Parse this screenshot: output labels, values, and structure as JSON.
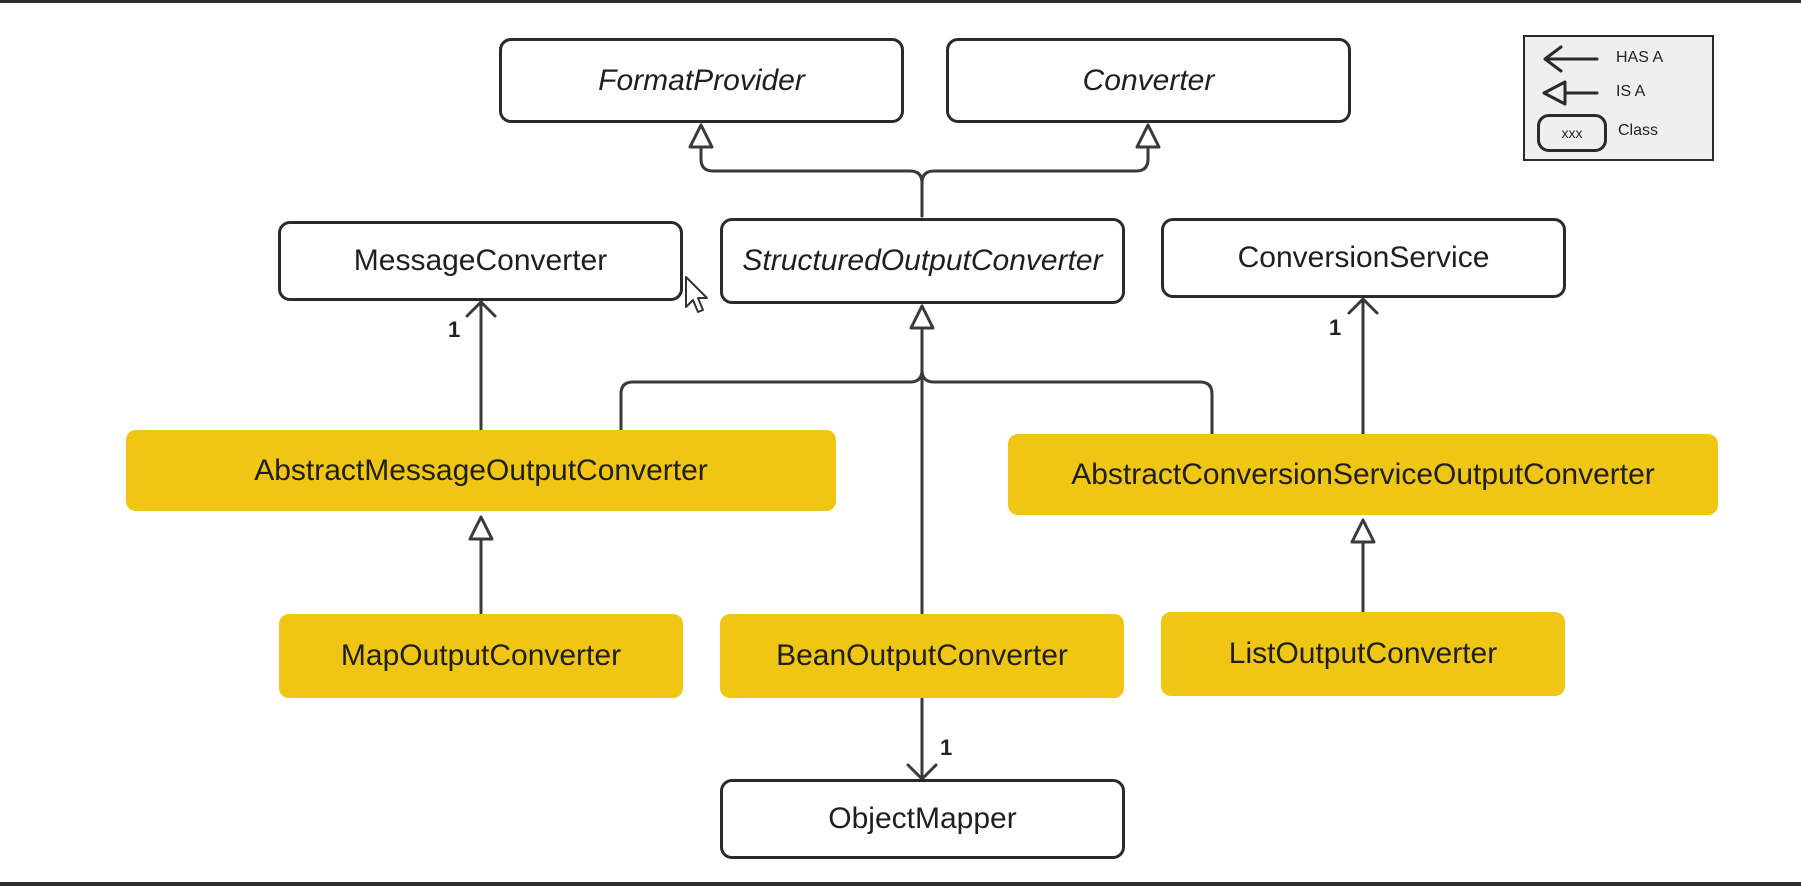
{
  "classes": {
    "format_provider": "FormatProvider",
    "converter": "Converter",
    "message_converter": "MessageConverter",
    "structured_output_converter": "StructuredOutputConverter",
    "conversion_service": "ConversionService",
    "abstract_message_output_converter": "AbstractMessageOutputConverter",
    "abstract_conversion_service_output_converter": "AbstractConversionServiceOutputConverter",
    "map_output_converter": "MapOutputConverter",
    "bean_output_converter": "BeanOutputConverter",
    "list_output_converter": "ListOutputConverter",
    "object_mapper": "ObjectMapper"
  },
  "multiplicities": {
    "message_converter": "1",
    "conversion_service": "1",
    "object_mapper": "1"
  },
  "legend": {
    "has_a": "HAS A",
    "is_a": "IS A",
    "class_box_text": "xxx",
    "class_label": "Class"
  },
  "colors": {
    "implementation_fill": "#efc613",
    "interface_fill": "#ffffff",
    "line": "#3a3a3a",
    "legend_fill": "#efefef"
  }
}
